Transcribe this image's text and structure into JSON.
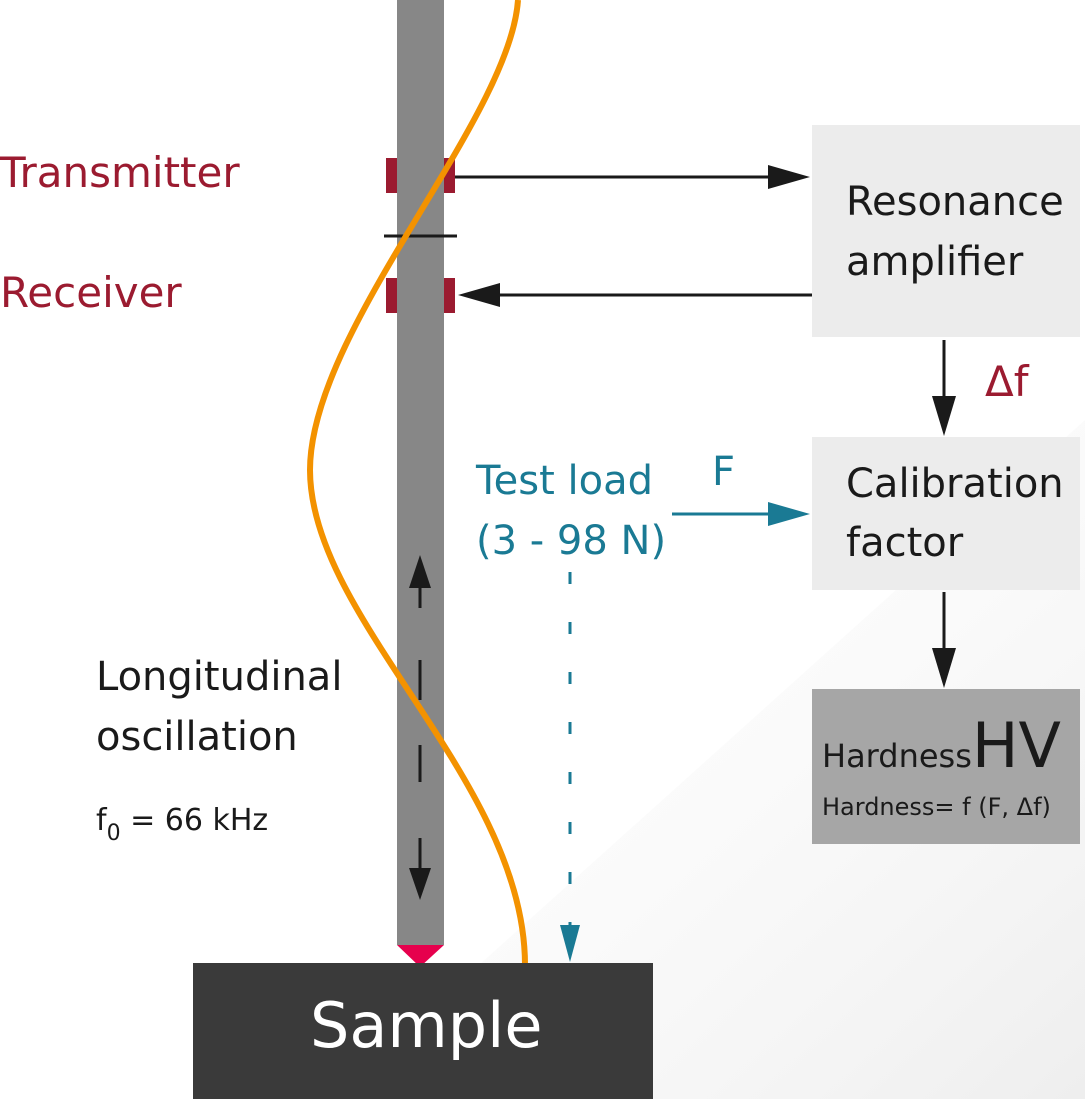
{
  "labels": {
    "transmitter": "Transmitter",
    "receiver": "Receiver",
    "resonance_line1": "Resonance",
    "resonance_line2": "amplifier",
    "delta_f": "Δf",
    "test_load_line1": "Test load",
    "test_load_line2": "(3 - 98 N)",
    "force": "F",
    "calibration_line1": "Calibration",
    "calibration_line2": "factor",
    "longitudinal_line1": "Longitudinal",
    "longitudinal_line2": "oscillation",
    "freq_f": "f",
    "freq_sub": "0",
    "freq_value": " = 66 kHz",
    "hardness_word": "Hardness",
    "hardness_hv": "HV",
    "hardness_formula": "Hardness= f (F, Δf)",
    "sample": "Sample"
  },
  "colors": {
    "rod": "#878787",
    "wave": "#f39200",
    "piezo": "#9b1b30",
    "teal": "#1a7a94",
    "box_light": "#ececec",
    "box_dark": "#a6a6a6",
    "sample": "#3a3a3a",
    "tip": "#e6004d"
  }
}
